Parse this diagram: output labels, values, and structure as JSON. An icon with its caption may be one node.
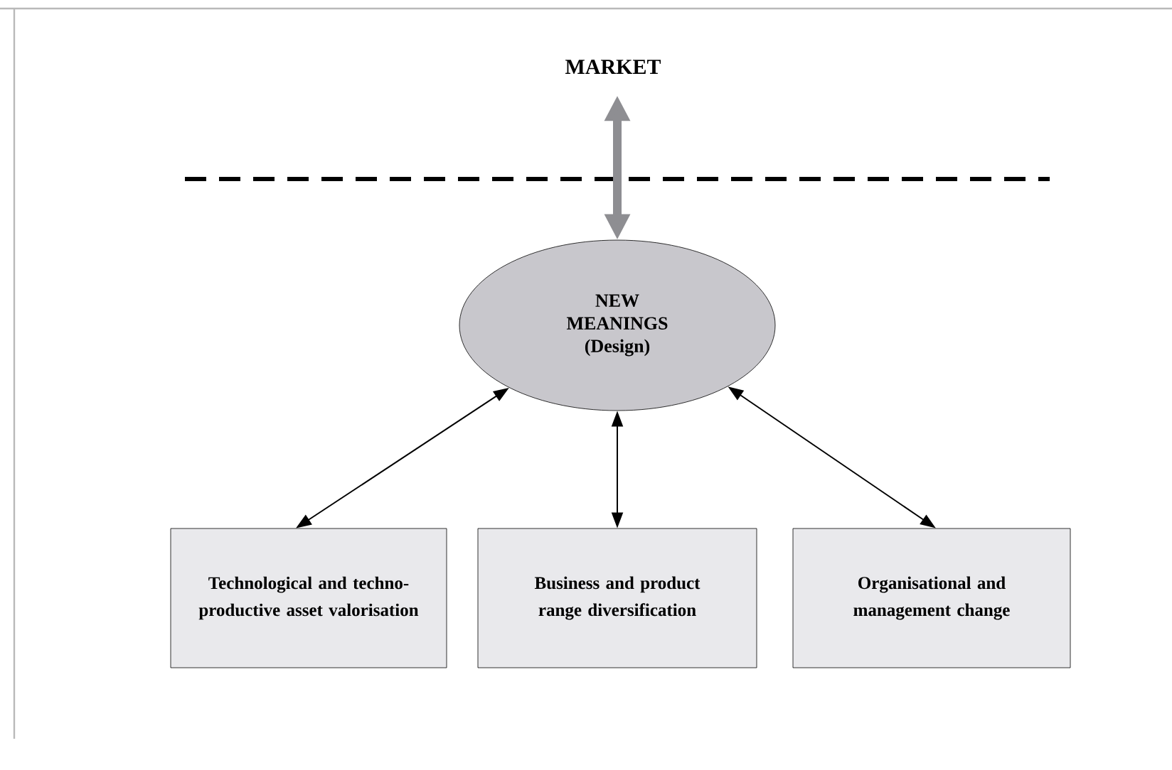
{
  "diagram": {
    "nodes": [
      {
        "text": [
          "MARKET"
        ]
      },
      {
        "text": [
          "NEW MEANINGS (Design)"
        ]
      },
      {
        "text": [
          "Technological and techno-productive asset valorisation"
        ]
      },
      {
        "text": [
          "Business and product range diversification"
        ]
      },
      {
        "text": [
          "Organisational and management change"
        ]
      }
    ],
    "edges": [
      {
        "from": 1,
        "to": 0,
        "arrow": "both",
        "style": "thick",
        "color": "#8e8e92"
      },
      {
        "from": 1,
        "to": 2,
        "arrow": "both"
      },
      {
        "from": 1,
        "to": 3,
        "arrow": "both"
      },
      {
        "from": 1,
        "to": 4,
        "arrow": "both"
      }
    ]
  }
}
